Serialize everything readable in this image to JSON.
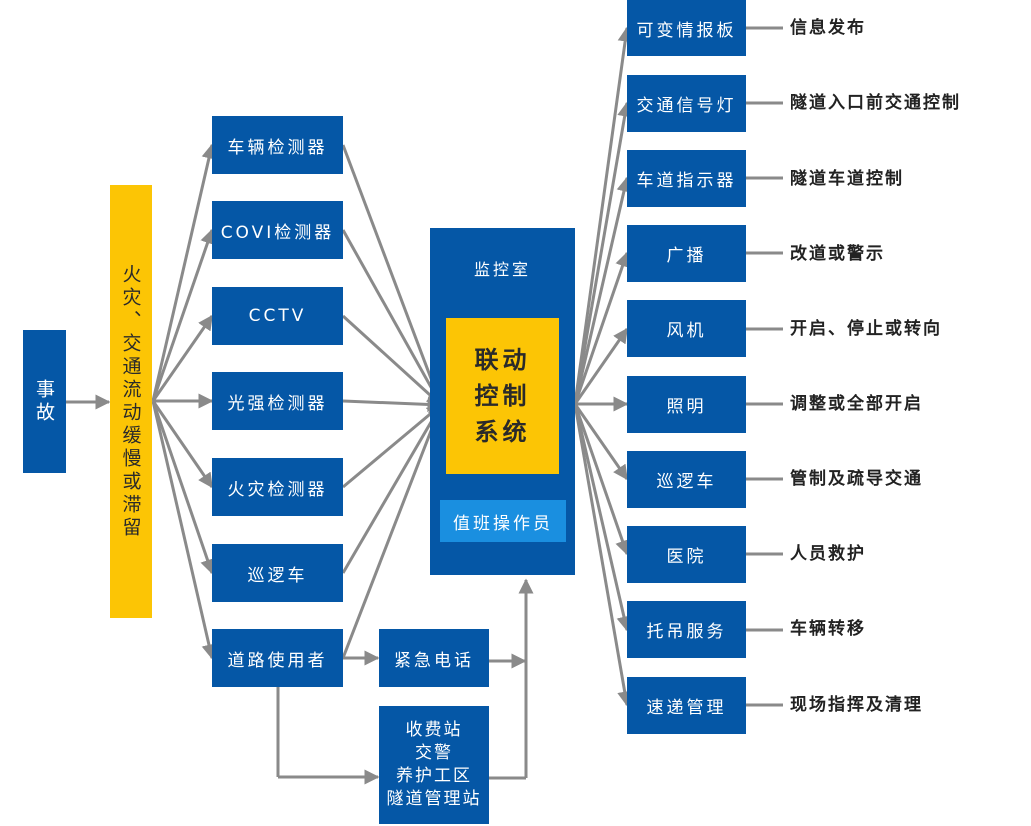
{
  "incident": "事故",
  "trigger": "火灾、交通流动缓慢或滞留",
  "detectors": [
    "车辆检测器",
    "COVI检测器",
    "CCTV",
    "光强检测器",
    "火灾检测器",
    "巡逻车",
    "道路使用者"
  ],
  "emergency_phone": "紧急电话",
  "stations": "收费站\n交警\n养护工区\n隧道管理站",
  "control_room": {
    "label": "监控室",
    "system": "联动\n控制\n系统",
    "operator": "值班操作员"
  },
  "devices": [
    {
      "name": "可变情报板",
      "action": "信息发布"
    },
    {
      "name": "交通信号灯",
      "action": "隧道入口前交通控制"
    },
    {
      "name": "车道指示器",
      "action": "隧道车道控制"
    },
    {
      "name": "广播",
      "action": "改道或警示"
    },
    {
      "name": "风机",
      "action": "开启、停止或转向"
    },
    {
      "name": "照明",
      "action": "调整或全部开启"
    },
    {
      "name": "巡逻车",
      "action": "管制及疏导交通"
    },
    {
      "name": "医院",
      "action": "人员救护"
    },
    {
      "name": "托吊服务",
      "action": "车辆转移"
    },
    {
      "name": "速递管理",
      "action": "现场指挥及清理"
    }
  ],
  "colors": {
    "box": "#0557a6",
    "highlight": "#fcc505",
    "operator": "#1a8fe0",
    "arrow": "#8a8a8a"
  }
}
